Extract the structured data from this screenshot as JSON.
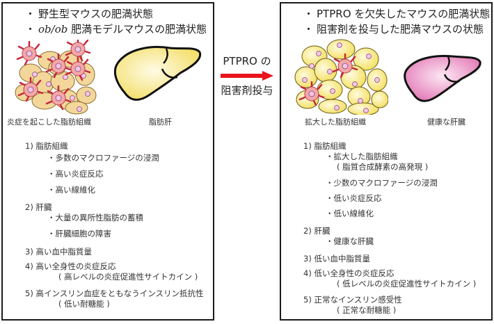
{
  "left": {
    "headings": [
      {
        "bullet": "・",
        "text": "野生型マウスの肥満状態"
      },
      {
        "bullet": "・",
        "italic": "ob/ob",
        "text": " 肥満モデルマウスの肥満状態"
      }
    ],
    "tissue_caption": "炎症を起こした脂肪組織",
    "liver_caption": "脂肪肝",
    "list": [
      {
        "level": 1,
        "text": "1) 脂肪組織"
      },
      {
        "level": 2,
        "text": "・多数のマクロファージの浸潤"
      },
      {
        "level": 2,
        "text": "・高い炎症反応"
      },
      {
        "level": 2,
        "text": "・高い線維化"
      },
      {
        "level": 1,
        "text": "2) 肝臓"
      },
      {
        "level": 2,
        "text": "・大量の異所性脂肪の蓄積"
      },
      {
        "level": 2,
        "text": "・肝臓細胞の障害"
      },
      {
        "level": 1,
        "text": "3) 高い血中脂質量"
      },
      {
        "level": 1,
        "text": "4) 高い全身性の炎症反応"
      },
      {
        "level": 3,
        "text": "( 高レベルの炎症促進性サイトカイン )"
      },
      {
        "level": 1,
        "text": "5) 高インスリン血症をともなうインスリン抵抗性"
      },
      {
        "level": 3,
        "text": "( 低い耐糖能 )"
      }
    ]
  },
  "arrow": {
    "line1": "PTPRO の",
    "line2": "阻害剤投与",
    "color": "#e8141e"
  },
  "right": {
    "headings": [
      {
        "bullet": "・",
        "text": "PTPRO を欠失したマウスの肥満状態"
      },
      {
        "bullet": "・",
        "text": "阻害剤を投与した肥満マウスの状態"
      }
    ],
    "tissue_caption": "拡大した脂肪組織",
    "liver_caption": "健康な肝臓",
    "list": [
      {
        "level": 1,
        "text": "1) 脂肪組織"
      },
      {
        "level": 2,
        "text": "・拡大した脂肪組織"
      },
      {
        "level": 3,
        "text": "( 脂質合成酵素の高発現 )"
      },
      {
        "level": 2,
        "text": "・少数のマクロファージの浸潤"
      },
      {
        "level": 2,
        "text": "・低い炎症反応"
      },
      {
        "level": 2,
        "text": "・低い線維化"
      },
      {
        "level": 1,
        "text": "2) 肝臓"
      },
      {
        "level": 2,
        "text": "・健康な肝臓"
      },
      {
        "level": 1,
        "text": "3) 低い血中脂質量"
      },
      {
        "level": 1,
        "text": "4) 低い全身性の炎症反応"
      },
      {
        "level": 3,
        "text": "( 低レベルの炎症促進性サイトカイン )"
      },
      {
        "level": 1,
        "text": "5) 正常なインスリン感受性"
      },
      {
        "level": 3,
        "text": "( 正常な耐糖能 )"
      }
    ]
  },
  "colors": {
    "fat_cell_left": "#f3d79a",
    "fat_cell_right": "#f7e47a",
    "macrophage": "#f4a7a7",
    "macrophage_arm": "#c8243c",
    "nucleus": "#f2c6e8",
    "fatty_liver": "#f7e98a",
    "healthy_liver": "#e98fc3"
  }
}
